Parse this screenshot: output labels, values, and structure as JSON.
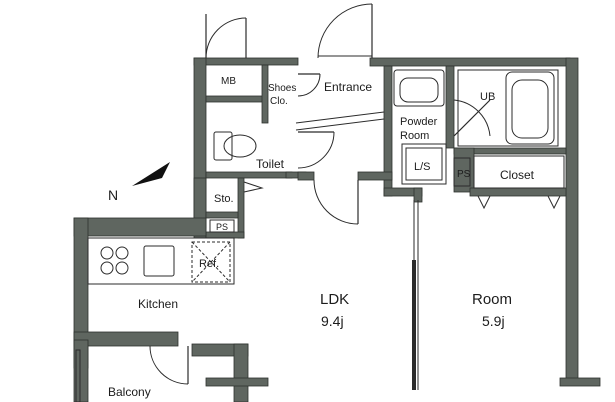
{
  "rooms": {
    "mb": "MB",
    "shoes_line1": "Shoes",
    "shoes_line2": "Clo.",
    "entrance": "Entrance",
    "powder_line1": "Powder",
    "powder_line2": "Room",
    "ub": "UB",
    "toilet": "Toilet",
    "ls": "L/S",
    "ps_right": "PS",
    "closet": "Closet",
    "storage": "Sto.",
    "ps_left": "PS",
    "ref": "Ref.",
    "kitchen": "Kitchen",
    "ldk": "LDK",
    "ldk_size": "9.4j",
    "room": "Room",
    "room_size": "5.9j",
    "balcony": "Balcony"
  },
  "compass": {
    "north": "N"
  },
  "colors": {
    "wall": "#5f6660",
    "line": "#2b2b2b"
  }
}
